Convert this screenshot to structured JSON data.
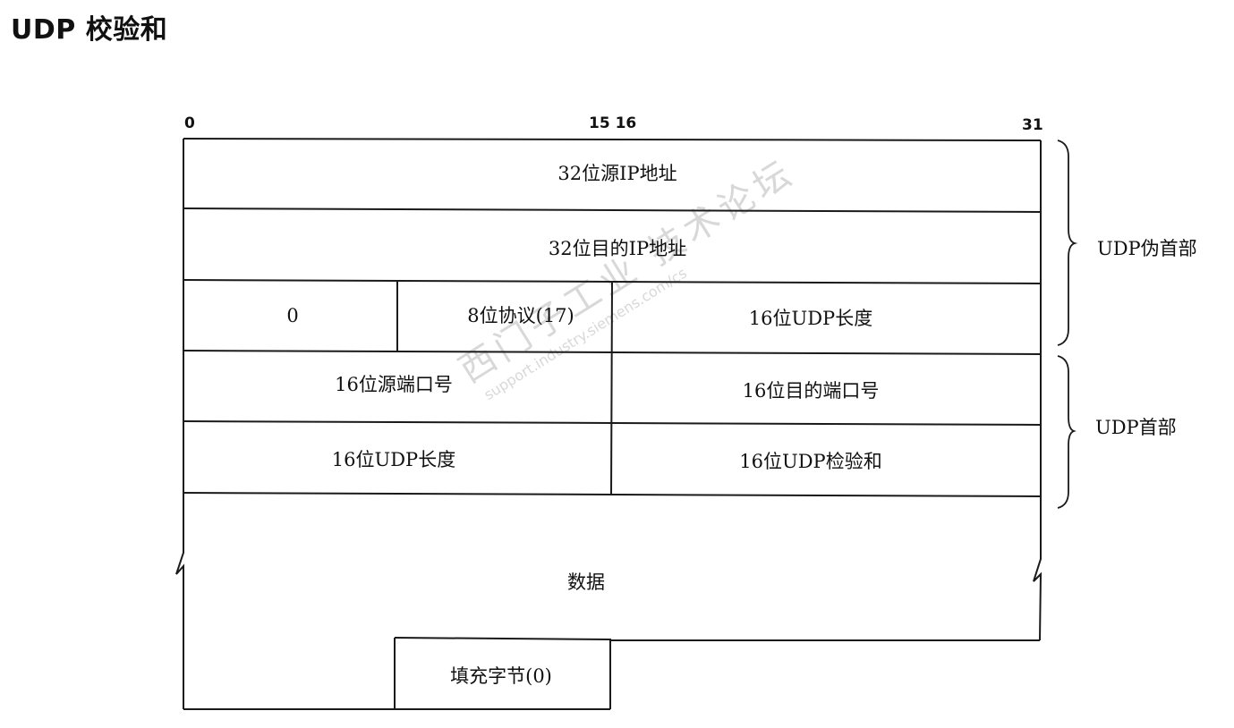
{
  "title": "UDP 校验和",
  "bit_marks": {
    "start": "0",
    "mid": "15 16",
    "end": "31"
  },
  "fields": {
    "src_ip": "32位源IP地址",
    "dst_ip": "32位目的IP地址",
    "zero": "0",
    "protocol": "8位协议(17)",
    "pseudo_length": "16位UDP长度",
    "src_port": "16位源端口号",
    "dst_port": "16位目的端口号",
    "udp_length": "16位UDP长度",
    "checksum": "16位UDP检验和",
    "data": "数据",
    "padding": "填充字节(0)"
  },
  "groups": {
    "pseudo_header": "UDP伪首部",
    "udp_header": "UDP首部"
  },
  "watermark": {
    "cn": "西门子工业 技术论坛",
    "en": "support.industry.siemens.com/cs"
  }
}
